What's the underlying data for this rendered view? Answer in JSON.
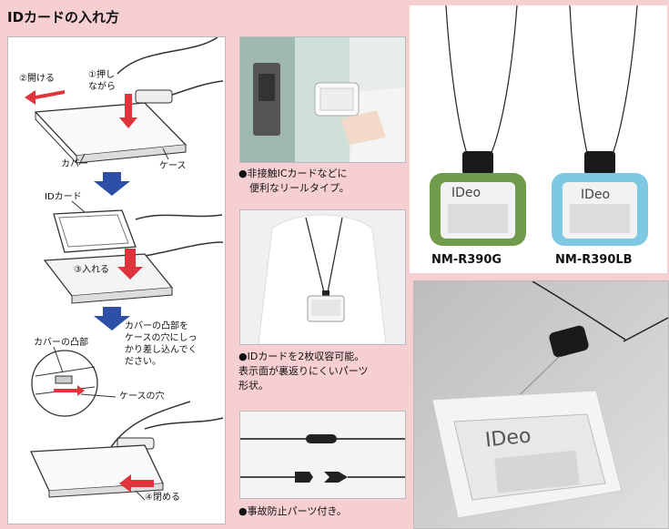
{
  "title": "IDカードの入れ方",
  "steps": {
    "open": "②開ける",
    "press_1": "①押し",
    "press_2": "ながら",
    "cover": "カバー",
    "case": "ケース",
    "id_card": "IDカード",
    "insert": "③入れる",
    "cover_tab": "カバーの凸部",
    "instruction_1": "カバーの凸部を",
    "instruction_2": "ケースの穴にしっ",
    "instruction_3": "かり差し込んでく",
    "instruction_4": "ださい。",
    "case_hole": "ケースの穴",
    "close": "④閉める"
  },
  "captions": {
    "reel_1": "●非接触ICカードなどに",
    "reel_2": "便利なリールタイプ。",
    "two_cards_1": "●IDカードを2枚収容可能。",
    "two_cards_2": "表示面が裏返りにくいパーツ",
    "two_cards_3": "形状。",
    "safety": "●事故防止パーツ付き。"
  },
  "products": {
    "green_model": "NM-R390G",
    "blue_model": "NM-R390LB",
    "logo": "IDeo"
  },
  "colors": {
    "green_holder": "#6f9b4a",
    "blue_holder": "#7fc8e4",
    "arrow_blue": "#2d4fa8",
    "arrow_red": "#e0343c"
  }
}
